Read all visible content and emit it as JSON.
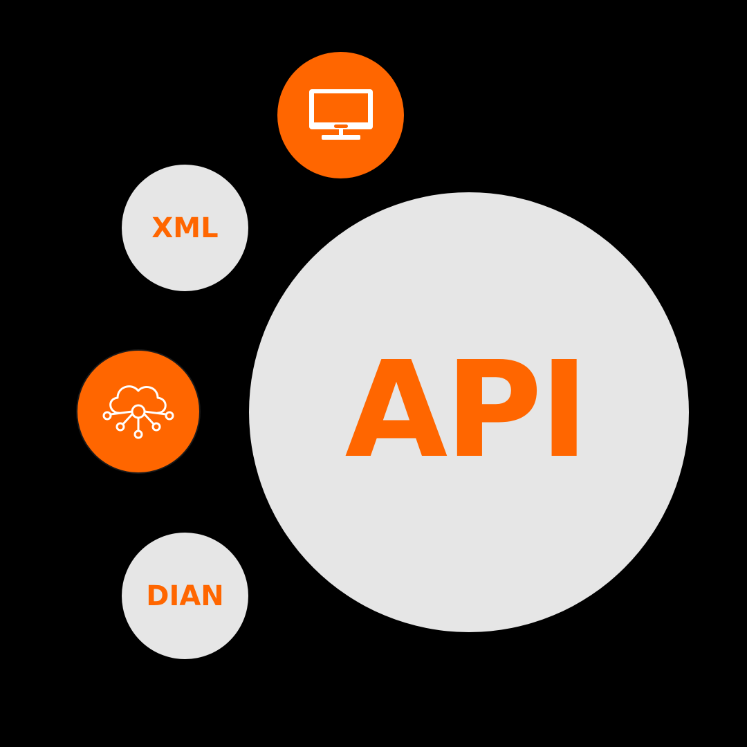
{
  "diagram": {
    "center": {
      "label": "API"
    },
    "nodes": [
      {
        "id": "monitor",
        "icon": "monitor-icon",
        "label": ""
      },
      {
        "id": "xml",
        "icon": "",
        "label": "XML"
      },
      {
        "id": "cloud",
        "icon": "cloud-network-icon",
        "label": ""
      },
      {
        "id": "dian",
        "icon": "",
        "label": "DIAN"
      }
    ]
  },
  "colors": {
    "background": "#000000",
    "accent": "#ff6600",
    "light": "#e6e6e6",
    "icon_stroke": "#ffffff"
  }
}
